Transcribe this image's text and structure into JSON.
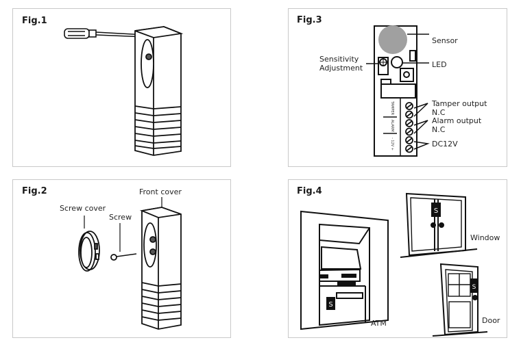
{
  "figures": {
    "fig1": {
      "label": "Fig.1"
    },
    "fig2": {
      "label": "Fig.2",
      "callouts": {
        "front_cover": "Front cover",
        "screw_cover": "Screw cover",
        "screw": "Screw"
      }
    },
    "fig3": {
      "label": "Fig.3",
      "callouts": {
        "sensor": "Sensor",
        "sensitivity_line1": "Sensitivity",
        "sensitivity_line2": "Adjustment",
        "led": "LED",
        "tamper_line1": "Tamper output",
        "tamper_line2": "N.C",
        "alarm_line1": "Alarm output",
        "alarm_line2": "N.C",
        "power": "DC12V"
      },
      "sensor_color": "#a0a0a0",
      "terminal_count": 6
    },
    "fig4": {
      "label": "Fig.4",
      "callouts": {
        "atm": "ATM",
        "window": "Window",
        "door": "Door"
      },
      "sensor_badge": "S"
    }
  }
}
